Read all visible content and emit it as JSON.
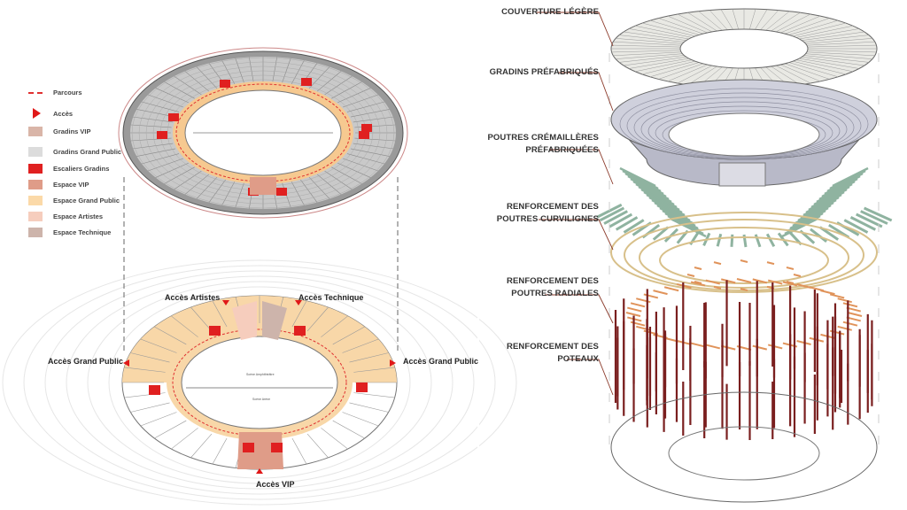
{
  "legend": {
    "items": [
      {
        "label": "Parcours",
        "kind": "dashed",
        "color": "#e03030"
      },
      {
        "label": "Accès",
        "kind": "triangle",
        "color": "#e01818"
      },
      {
        "label": "Gradins VIP",
        "kind": "swatch",
        "color": "#d9b5a8"
      },
      {
        "label": "Gradins Grand Public",
        "kind": "swatch",
        "color": "#dcdcdc"
      },
      {
        "label": "Escaliers Gradins",
        "kind": "swatch",
        "color": "#e02020"
      },
      {
        "label": "Espace VIP",
        "kind": "swatch",
        "color": "#df9c88"
      },
      {
        "label": "Espace Grand Public",
        "kind": "swatch",
        "color": "#fbd9a8"
      },
      {
        "label": "Espace Artistes",
        "kind": "swatch",
        "color": "#f6cdbd"
      },
      {
        "label": "Espace Technique",
        "kind": "swatch",
        "color": "#cdb4ab"
      }
    ]
  },
  "plan": {
    "access_artistes": "Accès Artistes",
    "access_technique": "Accès Technique",
    "access_public_left": "Accès Grand Public",
    "access_public_right": "Accès Grand Public",
    "access_vip": "Accès VIP",
    "stage_amphi": "Scène Amphithéâtre",
    "stage_arena": "Scène Arène"
  },
  "exploded": {
    "layers": [
      {
        "line1": "COUVERTURE LÉGÈRE",
        "line2": ""
      },
      {
        "line1": "GRADINS PRÉFABRIQUÉS",
        "line2": ""
      },
      {
        "line1": "POUTRES CRÉMAILLÈRES",
        "line2": "PRÉFABRIQUÉES"
      },
      {
        "line1": "RENFORCEMENT DES",
        "line2": "POUTRES CURVILIGNES"
      },
      {
        "line1": "RENFORCEMENT DES",
        "line2": "POUTRES RADIALES"
      },
      {
        "line1": "RENFORCEMENT DES",
        "line2": "POTEAUX"
      }
    ],
    "colors": {
      "leader": "#8b3a2a",
      "beams": "#8fb3a0",
      "rings": "#d8c08a",
      "radial": "#e0935a",
      "posts": "#7a1f1f"
    }
  }
}
